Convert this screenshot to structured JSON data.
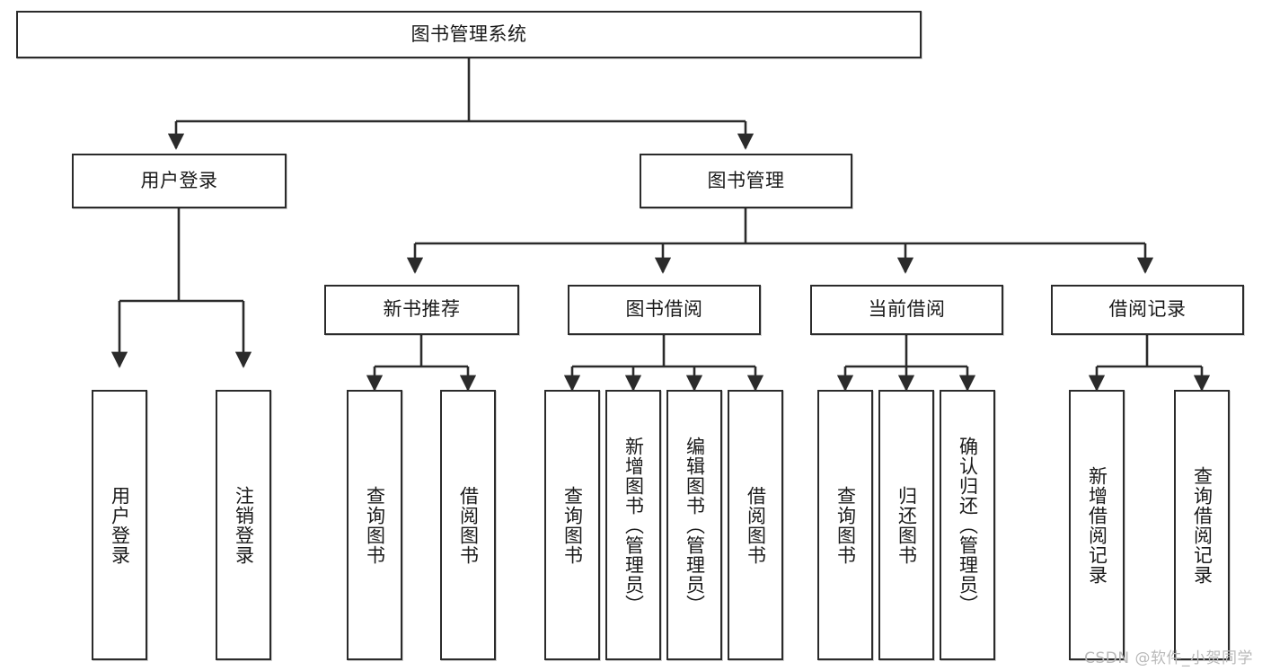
{
  "diagram": {
    "type": "tree-hierarchy-chart",
    "title_node": {
      "id": "root",
      "label": "图书管理系统"
    },
    "level1": [
      {
        "id": "login",
        "label": "用户登录"
      },
      {
        "id": "bookmgmt",
        "label": "图书管理"
      }
    ],
    "level2": [
      {
        "id": "newbook",
        "label": "新书推荐",
        "parent": "bookmgmt"
      },
      {
        "id": "borrow",
        "label": "图书借阅",
        "parent": "bookmgmt"
      },
      {
        "id": "current",
        "label": "当前借阅",
        "parent": "bookmgmt"
      },
      {
        "id": "record",
        "label": "借阅记录",
        "parent": "bookmgmt"
      }
    ],
    "leaves": {
      "login": [
        {
          "id": "leaf-user-login",
          "label": "用户登录"
        },
        {
          "id": "leaf-logout",
          "label": "注销登录"
        }
      ],
      "newbook": [
        {
          "id": "leaf-query-book-1",
          "label": "查询图书"
        },
        {
          "id": "leaf-borrow-book-1",
          "label": "借阅图书"
        }
      ],
      "borrow": [
        {
          "id": "leaf-query-book-2",
          "label": "查询图书"
        },
        {
          "id": "leaf-add-book",
          "label": "新增图书（管理员）"
        },
        {
          "id": "leaf-edit-book",
          "label": "编辑图书（管理员）"
        },
        {
          "id": "leaf-borrow-book-2",
          "label": "借阅图书"
        }
      ],
      "current": [
        {
          "id": "leaf-query-book-3",
          "label": "查询图书"
        },
        {
          "id": "leaf-return-book",
          "label": "归还图书"
        },
        {
          "id": "leaf-confirm-return",
          "label": "确认归还（管理员）"
        }
      ],
      "record": [
        {
          "id": "leaf-add-record",
          "label": "新增借阅记录"
        },
        {
          "id": "leaf-query-record",
          "label": "查询借阅记录"
        }
      ]
    }
  },
  "watermark": {
    "text": "CSDN @软件_小贺同学"
  },
  "colors": {
    "stroke": "#2b2b2b",
    "fill": "#ffffff",
    "text": "#1a1a1a",
    "watermark": "#b9b9b9"
  }
}
